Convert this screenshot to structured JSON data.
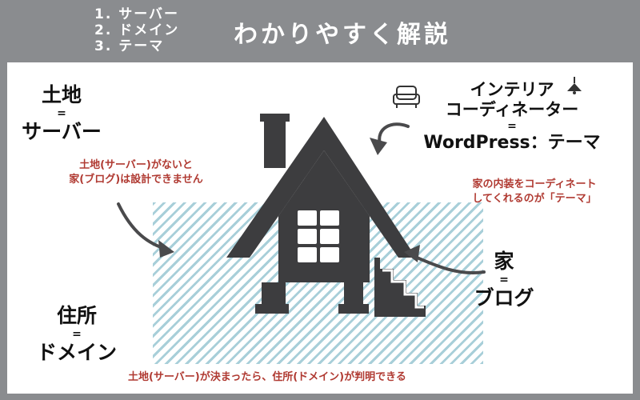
{
  "header": {
    "steps": [
      "1. サーバー",
      "2. ドメイン",
      "3. テーマ"
    ],
    "title": "わかりやすく解説"
  },
  "land": {
    "name": "土地",
    "eq": "=",
    "target": "サーバー"
  },
  "land_note": {
    "line1": "土地(サーバー)がないと",
    "line2": "家(ブログ)は設計できません"
  },
  "address": {
    "name": "住所",
    "eq": "=",
    "target": "ドメイン"
  },
  "interior": {
    "line1": "インテリア",
    "line2": "コーディネーター",
    "eq": "=",
    "target": "WordPress：テーマ"
  },
  "interior_note": {
    "line1": "家の内装をコーディネート",
    "line2": "してくれるのが「テーマ」"
  },
  "house": {
    "name": "家",
    "eq": "=",
    "target": "ブログ"
  },
  "bottom_note": "土地(サーバー)が決まったら、住所(ドメイン)が判明できる",
  "icons": [
    "sofa-icon",
    "ceiling-lamp-icon",
    "house-icon"
  ],
  "colors": {
    "header": "#8a8c8f",
    "note": "#b03a32",
    "house": "#3d3d3f",
    "hatch": "#a8cfd9"
  }
}
